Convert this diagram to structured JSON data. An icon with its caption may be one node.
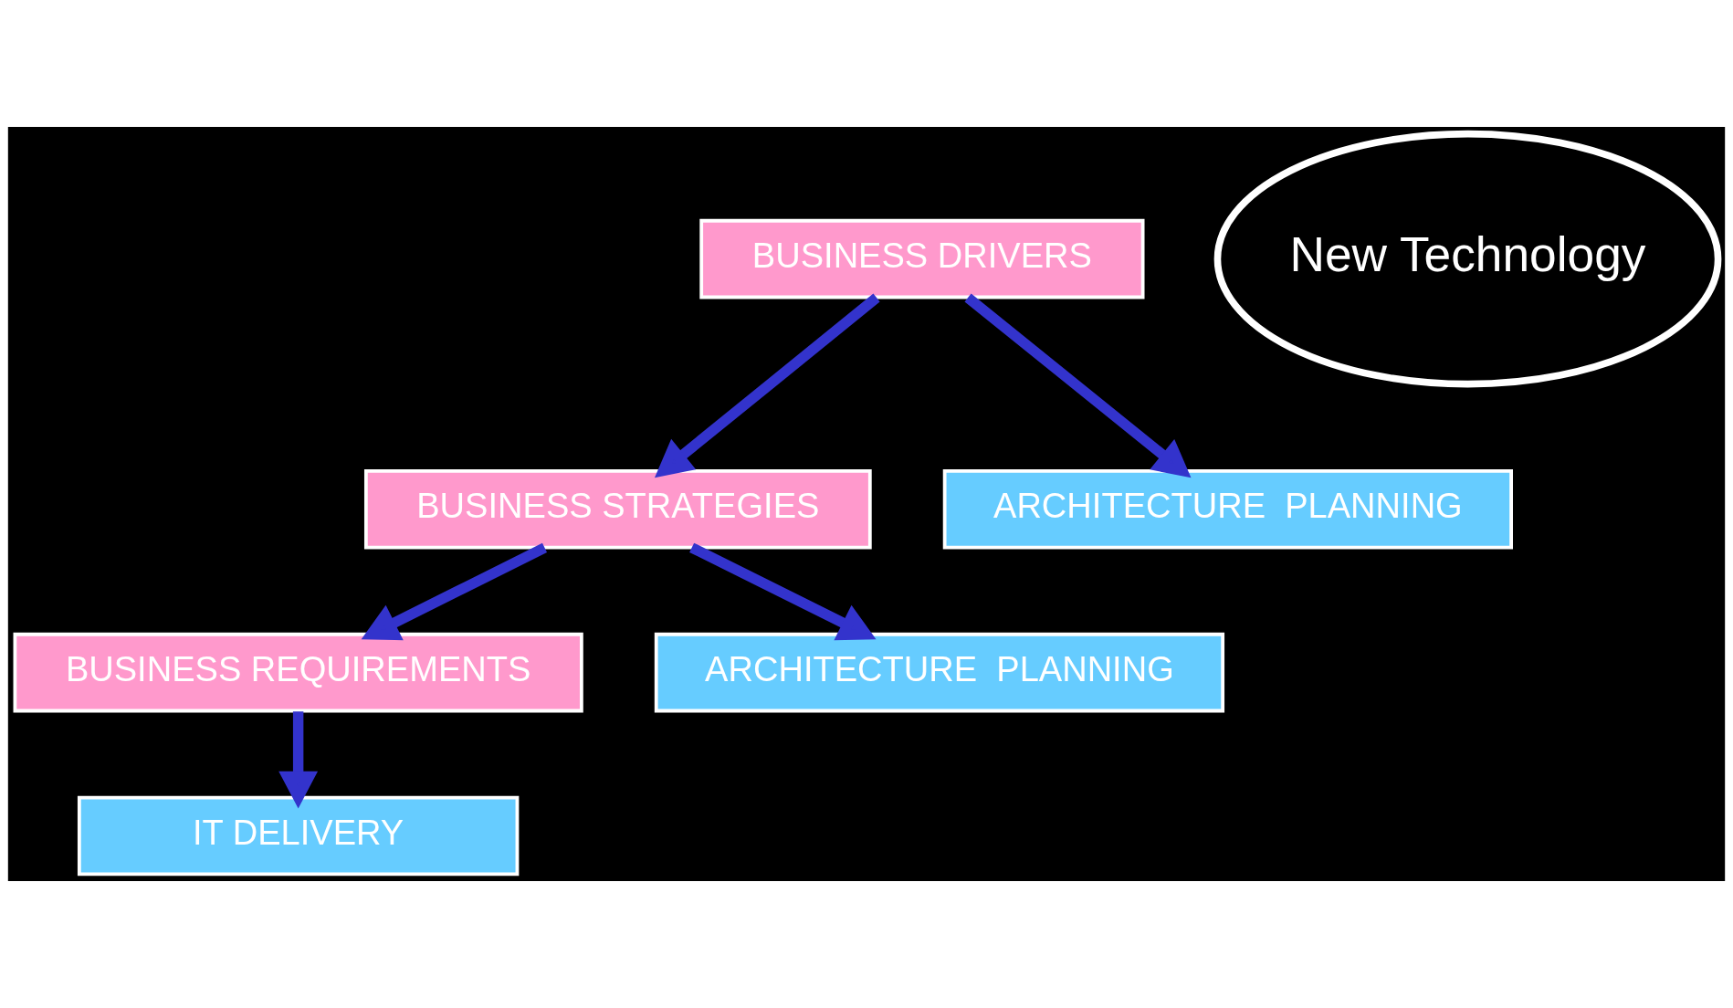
{
  "diagram": {
    "nodes": [
      {
        "text": [
          "BUSINESS DRIVERS"
        ]
      },
      {
        "text": [
          "BUSINESS STRATEGIES"
        ]
      },
      {
        "text": [
          "New Technology"
        ]
      },
      {
        "text": [
          "ARCHITECTURE  PLANNING"
        ]
      },
      {
        "text": [
          "BUSINESS REQUIREMENTS"
        ]
      },
      {
        "text": [
          "ARCHITECTURE  PLANNING"
        ]
      },
      {
        "text": [
          "IT DELIVERY"
        ]
      }
    ],
    "edges": [
      {
        "from": 0,
        "to": 1,
        "arrow": "to"
      },
      {
        "from": 0,
        "to": 3,
        "arrow": "to"
      },
      {
        "from": 1,
        "to": 4,
        "arrow": "to"
      },
      {
        "from": 1,
        "to": 5,
        "arrow": "to"
      },
      {
        "from": 4,
        "to": 6,
        "arrow": "to"
      }
    ]
  }
}
